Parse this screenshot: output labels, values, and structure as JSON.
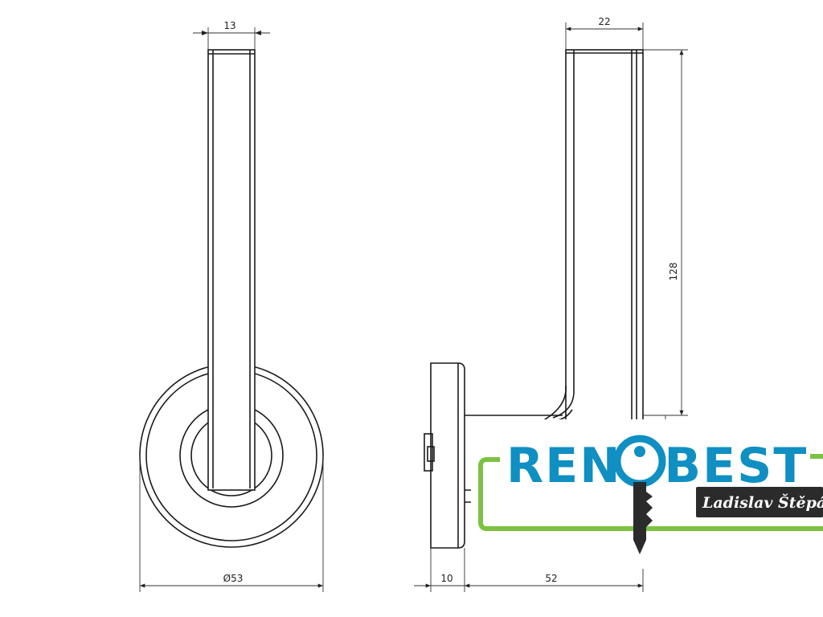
{
  "dimensions": {
    "front_width": "13",
    "side_width": "22",
    "height": "128",
    "rose_diameter": "Ø53",
    "rose_depth": "10",
    "projection": "52"
  },
  "logo": {
    "brand": "RENOBEST",
    "owner": "Ladislav Štěpán",
    "colors": {
      "brand_blue": "#0f8fc2",
      "frame_green": "#7cc242",
      "badge_bg": "#2b2b2b"
    }
  }
}
